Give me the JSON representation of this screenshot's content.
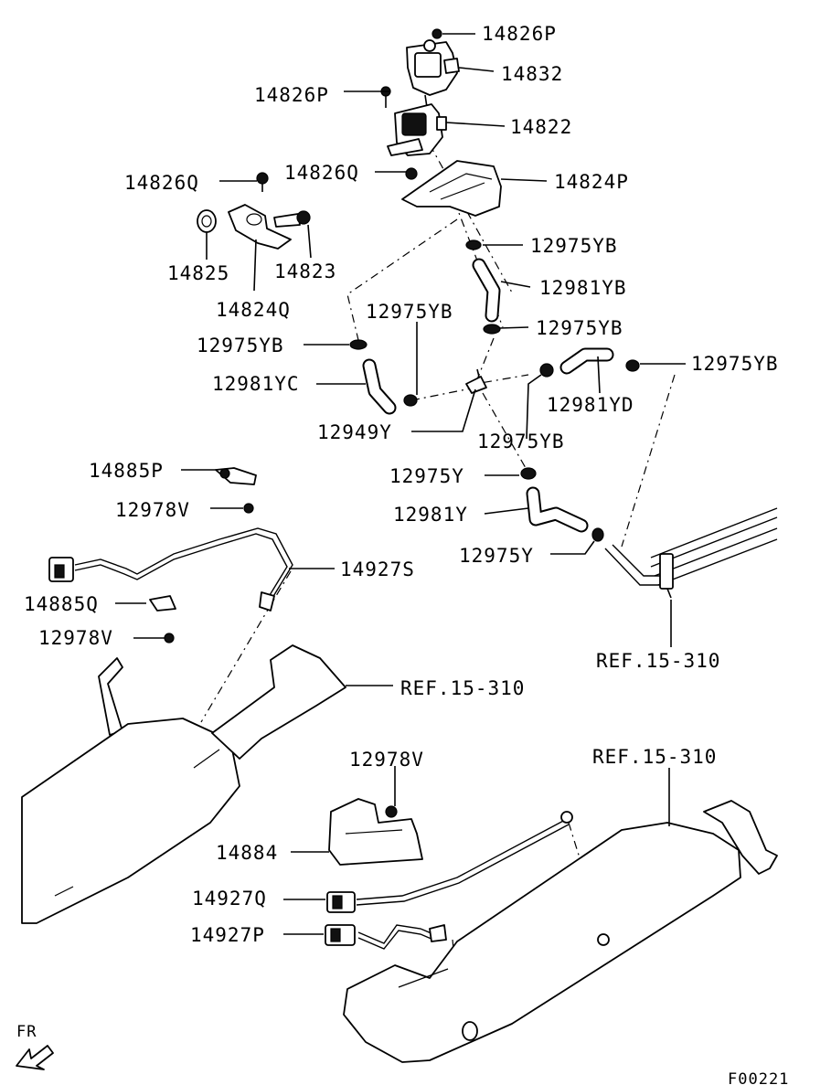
{
  "labels": {
    "l14826p_top": "14826P",
    "l14832": "14832",
    "l14826p_mid": "14826P",
    "l14822": "14822",
    "l14826q_left": "14826Q",
    "l14826q_mid": "14826Q",
    "l14824p": "14824P",
    "l12975yb_1": "12975YB",
    "l14825": "14825",
    "l14823": "14823",
    "l12981yb": "12981YB",
    "l14824q": "14824Q",
    "l12975yb_2": "12975YB",
    "l12975yb_3": "12975YB",
    "l12975yb_4": "12975YB",
    "l12975yb_5": "12975YB",
    "l12981yc": "12981YC",
    "l12981yd": "12981YD",
    "l12949y": "12949Y",
    "l12975yb_6": "12975YB",
    "l14885p": "14885P",
    "l12975y_1": "12975Y",
    "l12978v_1": "12978V",
    "l12981y": "12981Y",
    "l12975y_2": "12975Y",
    "l14927s": "14927S",
    "l14885q": "14885Q",
    "l12978v_2": "12978V",
    "ref_right": "REF.15-310",
    "ref_mid": "REF.15-310",
    "ref_lower": "REF.15-310",
    "l12978v_3": "12978V",
    "l14884": "14884",
    "l14927q": "14927Q",
    "l14927p": "14927P",
    "fr": "FR",
    "figure_code": "F00221"
  }
}
